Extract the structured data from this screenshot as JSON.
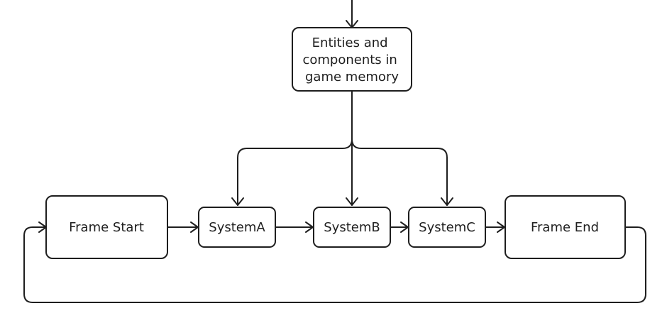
{
  "diagram": {
    "nodes": {
      "memory": {
        "lines": [
          "Entities and",
          "components in",
          "game memory"
        ]
      },
      "frame_start": {
        "label": "Frame Start"
      },
      "system_a": {
        "label": "SystemA"
      },
      "system_b": {
        "label": "SystemB"
      },
      "system_c": {
        "label": "SystemC"
      },
      "frame_end": {
        "label": "Frame End"
      }
    },
    "edges": [
      {
        "from": "external-input",
        "to": "memory"
      },
      {
        "from": "memory",
        "to": "system_a"
      },
      {
        "from": "memory",
        "to": "system_b"
      },
      {
        "from": "memory",
        "to": "system_c"
      },
      {
        "from": "frame_start",
        "to": "system_a"
      },
      {
        "from": "system_a",
        "to": "system_b"
      },
      {
        "from": "system_b",
        "to": "system_c"
      },
      {
        "from": "system_c",
        "to": "frame_end"
      },
      {
        "from": "frame_end",
        "to": "frame_start"
      }
    ],
    "colors": {
      "stroke": "#1e1e1e",
      "fill": "#ffffff",
      "background": "#ffffff"
    }
  }
}
